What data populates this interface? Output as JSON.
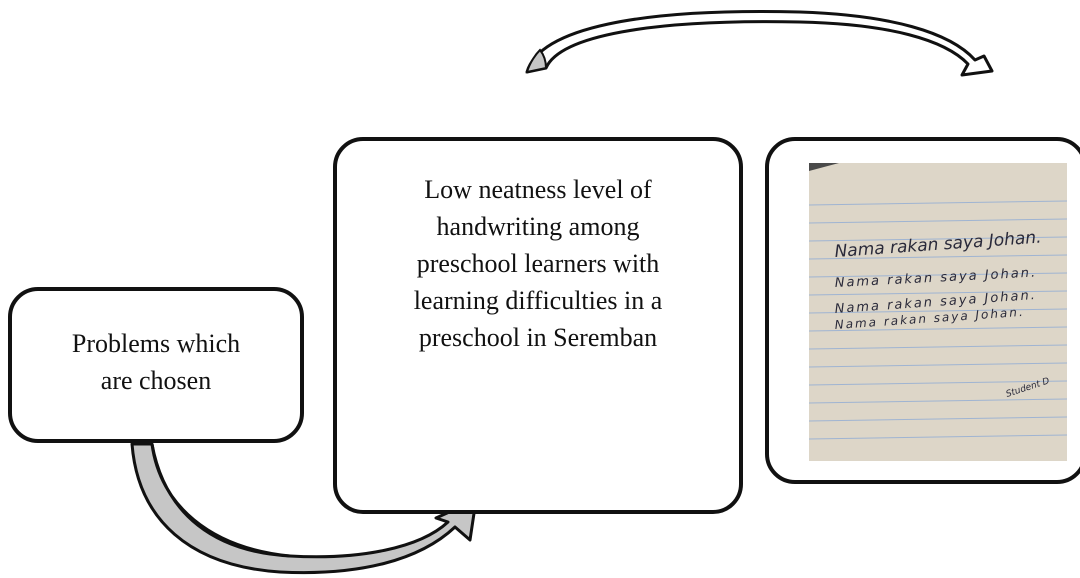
{
  "boxes": {
    "problems": {
      "text": "Problems which\nare chosen"
    },
    "description": {
      "text": "Low neatness level of\nhandwriting among\npreschool learners with\nlearning difficulties  in a\npreschool in Seremban"
    }
  },
  "handwriting_sample": {
    "lines": [
      "Nama rakan saya Johan.",
      "Nama rakan saya Johan.",
      "Nama rakan saya Johan.",
      "Nama rakan saya Johan."
    ],
    "signature": "Student D"
  },
  "colors": {
    "stroke": "#111111",
    "arrow_fill": "#c6c6c6",
    "paper": "#ddd6c8",
    "ruling": "#9fb4d2"
  }
}
